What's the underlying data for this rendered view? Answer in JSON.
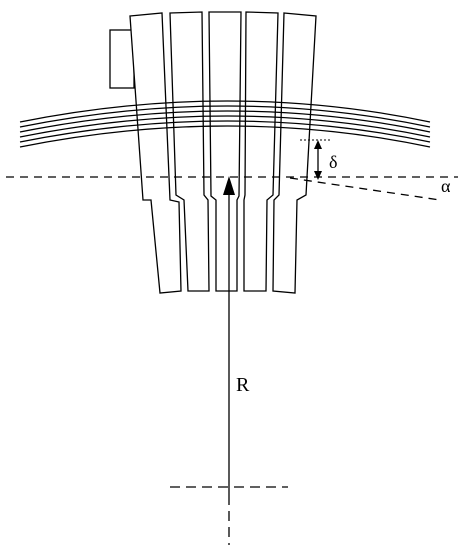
{
  "labels": {
    "delta": "δ",
    "alpha": "α",
    "radius": "R"
  },
  "colors": {
    "line": "#000000",
    "background": "#ffffff"
  }
}
